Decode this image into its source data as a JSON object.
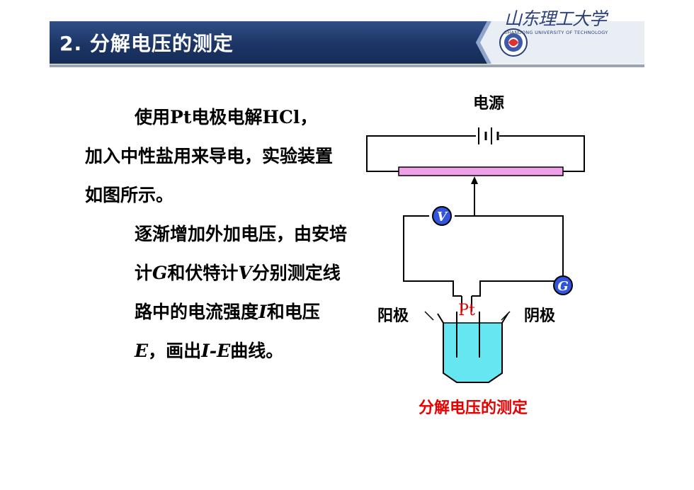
{
  "header": {
    "title": "2. 分解电压的测定",
    "logo_text": "山东理工大学",
    "logo_sub": "SHANDONG UNIVERSITY OF TECHNOLOGY",
    "bar_color": "#1c3566"
  },
  "body": {
    "para1": {
      "intro": "使用",
      "pt": "Pt",
      "mid": "电极电解",
      "hcl": "HCl",
      "comma": "，",
      "rest": "加入中性盐用来导电，实验装置如图所示。"
    },
    "para2": {
      "a": "逐渐增加外加电压，由安培计",
      "g": "G",
      "b": "和伏特计",
      "v": "V",
      "c": "分别测定线路中的电流强度",
      "i": "I",
      "d": "和电压",
      "e": "E",
      "f": "，画出",
      "ie": "I-E",
      "h": "曲线。"
    }
  },
  "diagram": {
    "power_label": "电源",
    "anode_label": "阳极",
    "cathode_label": "阴极",
    "electrode_label": "Pt",
    "voltmeter_label": "V",
    "ammeter_label": "G",
    "caption": "分解电压的测定",
    "caption_color": "#e60000",
    "rheostat_color": "#f0a0e8",
    "solution_color": "#66e6f0",
    "meter_color": "#3355dd"
  }
}
